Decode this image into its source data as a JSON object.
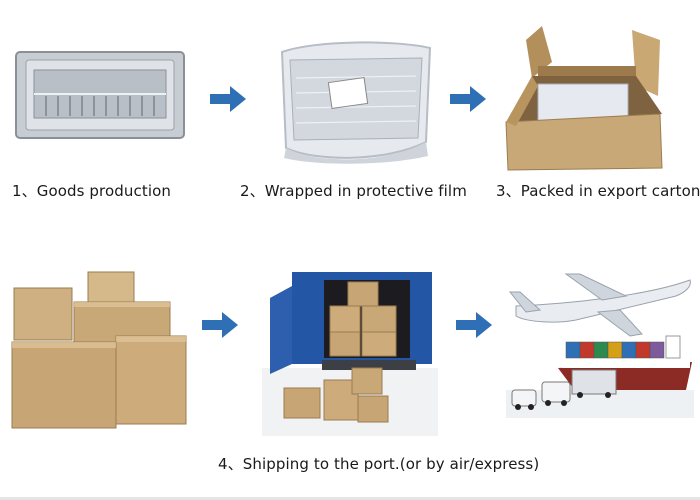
{
  "steps": [
    {
      "number": "1、",
      "label": "Goods production"
    },
    {
      "number": "2、",
      "label": "Wrapped in protective film"
    },
    {
      "number": "3、",
      "label": "Packed in export carton"
    },
    {
      "number": "4、",
      "label": "Shipping to the port.(or by air/express)"
    }
  ],
  "colors": {
    "arrow": "#2f6fb5",
    "carton": "#c9a877",
    "truck": "#2456a6",
    "ship_hull": "#8c2a25"
  }
}
